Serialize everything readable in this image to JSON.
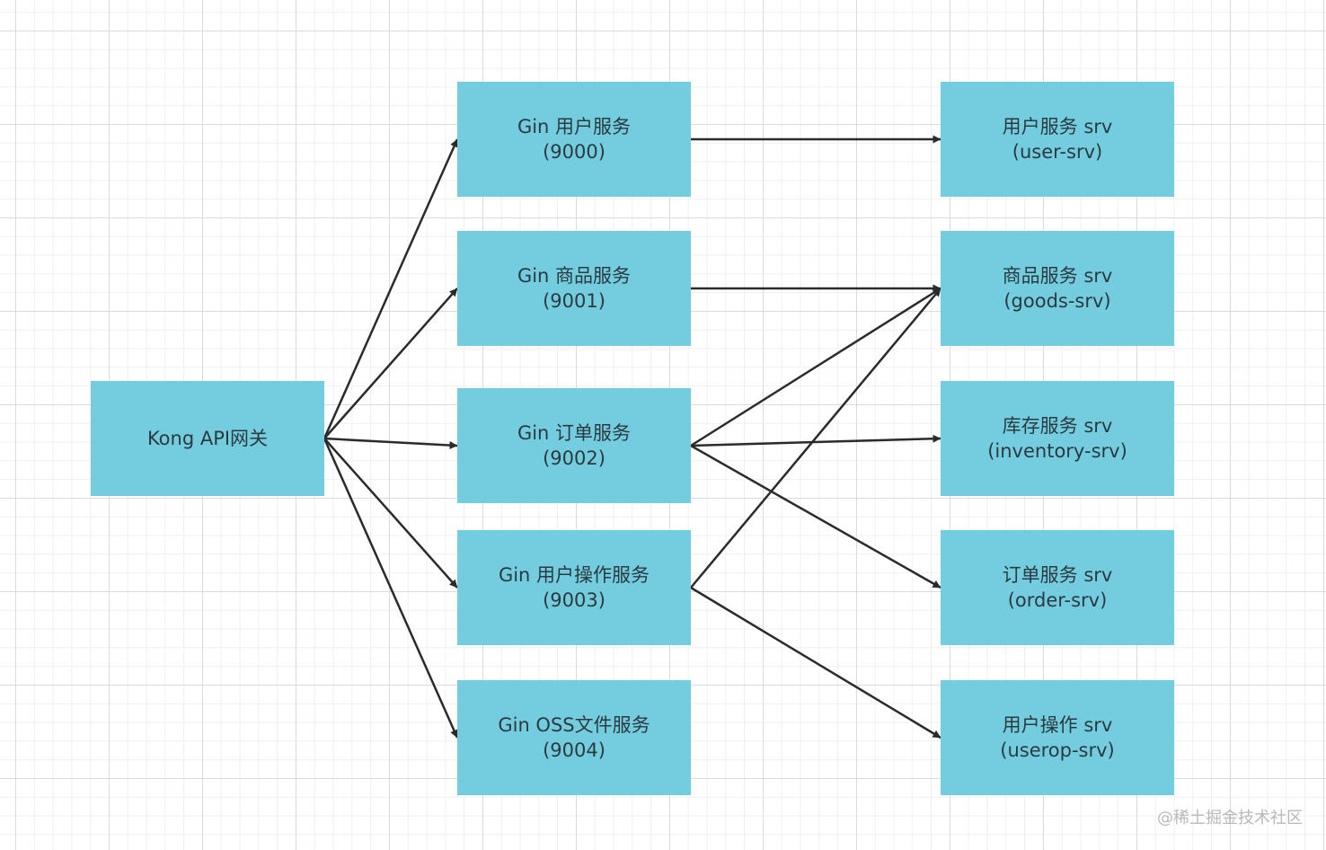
{
  "diagram": {
    "nodes": {
      "kong": {
        "line1": "Kong API网关"
      },
      "gin_user": {
        "line1": "Gin 用户服务",
        "line2": "(9000)"
      },
      "gin_goods": {
        "line1": "Gin 商品服务",
        "line2": "(9001)"
      },
      "gin_order": {
        "line1": "Gin 订单服务",
        "line2": "(9002)"
      },
      "gin_userop": {
        "line1": "Gin 用户操作服务",
        "line2": "(9003)"
      },
      "gin_oss": {
        "line1": "Gin OSS文件服务",
        "line2": "(9004)"
      },
      "user_srv": {
        "line1": "用户服务 srv",
        "line2": "(user-srv)"
      },
      "goods_srv": {
        "line1": "商品服务 srv",
        "line2": "(goods-srv)"
      },
      "inventory_srv": {
        "line1": "库存服务 srv",
        "line2": "(inventory-srv)"
      },
      "order_srv": {
        "line1": "订单服务 srv",
        "line2": "(order-srv)"
      },
      "userop_srv": {
        "line1": "用户操作 srv",
        "line2": "(userop-srv)"
      }
    },
    "edges": [
      {
        "from": "kong",
        "to": "gin_user"
      },
      {
        "from": "kong",
        "to": "gin_goods"
      },
      {
        "from": "kong",
        "to": "gin_order"
      },
      {
        "from": "kong",
        "to": "gin_userop"
      },
      {
        "from": "kong",
        "to": "gin_oss"
      },
      {
        "from": "gin_user",
        "to": "user_srv"
      },
      {
        "from": "gin_goods",
        "to": "goods_srv"
      },
      {
        "from": "gin_order",
        "to": "goods_srv"
      },
      {
        "from": "gin_order",
        "to": "inventory_srv"
      },
      {
        "from": "gin_order",
        "to": "order_srv"
      },
      {
        "from": "gin_userop",
        "to": "goods_srv"
      },
      {
        "from": "gin_userop",
        "to": "userop_srv"
      }
    ],
    "colors": {
      "node_fill": "#74cddf",
      "edge": "#2b2b2b"
    }
  },
  "watermark": "@稀土掘金技术社区"
}
